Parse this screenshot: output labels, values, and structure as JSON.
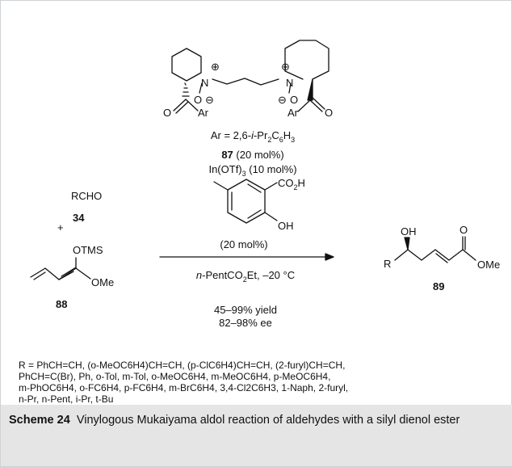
{
  "catalyst": {
    "ar_label": "Ar",
    "n_label": "N",
    "o_label": "O",
    "ar_definition_pre": "Ar = 2,6-",
    "ar_definition_ipr": "i",
    "ar_definition_mid": "-Pr",
    "ar_definition_sub1": "2",
    "ar_definition_c": "C",
    "ar_definition_sub2": "6",
    "ar_definition_h": "H",
    "ar_definition_sub3": "3",
    "id": "87",
    "loading": "(20 mol%)"
  },
  "lewis_acid": {
    "text_pre": "In(OTf)",
    "sub": "3",
    "text_post": "(10 mol%)"
  },
  "additive": {
    "co2h": "CO",
    "co2h_sub": "2",
    "co2h_h": "H",
    "oh": "OH",
    "loading": "(20 mol%)"
  },
  "aldehyde": {
    "formula": "RCHO",
    "id": "34"
  },
  "plus": "+",
  "dienol": {
    "otms": "OTMS",
    "ome": "OMe",
    "id": "88"
  },
  "conditions": {
    "solvent_n": "n",
    "solvent_mid": "-PentCO",
    "solvent_sub": "2",
    "solvent_post": "Et, –20 °C",
    "yield": "45–99% yield",
    "ee": "82–98% ee"
  },
  "product": {
    "oh": "OH",
    "o": "O",
    "r": "R",
    "ome": "OMe",
    "id": "89"
  },
  "r_groups": {
    "line1": "R = PhCH=CH, (o-MeOC6H4)CH=CH, (p-ClC6H4)CH=CH, (2-furyl)CH=CH,",
    "line2": "PhCH=C(Br), Ph, o-Tol, m-Tol, o-MeOC6H4, m-MeOC6H4, p-MeOC6H4,",
    "line3": "m-PhOC6H4, o-FC6H4, p-FC6H4, m-BrC6H4, 3,4-Cl2C6H3, 1-Naph, 2-furyl,",
    "line4": "n-Pr, n-Pent, i-Pr, t-Bu"
  },
  "caption": {
    "label": "Scheme 24",
    "text": "Vinylogous Mukaiyama aldol reaction of aldehydes with a silyl dienol ester"
  }
}
